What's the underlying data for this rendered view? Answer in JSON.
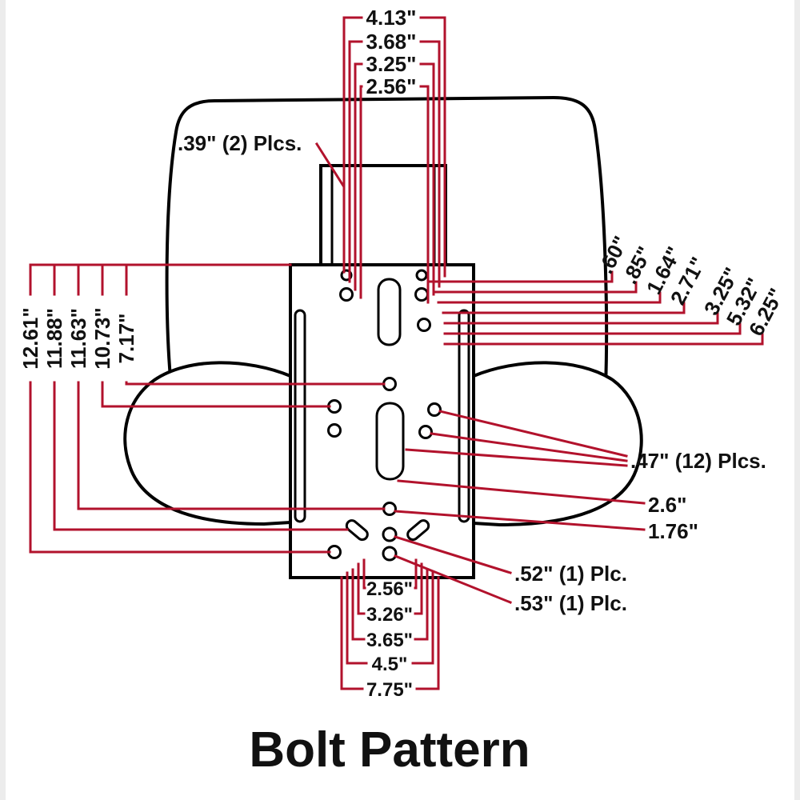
{
  "title": "Bolt Pattern",
  "colors": {
    "dimension_line": "#b2122c",
    "outline": "#000000",
    "text": "#111111",
    "background": "#ffffff"
  },
  "diagram": {
    "top_dims": [
      "4.13\"",
      "3.68\"",
      "3.25\"",
      "2.56\""
    ],
    "callout_39": ".39\" (2) Plcs.",
    "right_upper_dims": [
      ".60\"",
      ".85\"",
      "1.64\"",
      "2.71\""
    ],
    "right_mid_dims": [
      "3.25\"",
      "5.32\"",
      "6.25\""
    ],
    "left_dims": [
      "12.61\"",
      "11.88\"",
      "11.63\"",
      "10.73\"",
      "7.17\""
    ],
    "callout_47": ".47\" (12) Plcs.",
    "dim_2_6": "2.6\"",
    "dim_1_76": "1.76\"",
    "callout_52": ".52\" (1) Plc.",
    "callout_53": ".53\" (1) Plc.",
    "bottom_dims": [
      "2.56\"",
      "3.26\"",
      "3.65\"",
      "4.5\"",
      "7.75\""
    ]
  }
}
